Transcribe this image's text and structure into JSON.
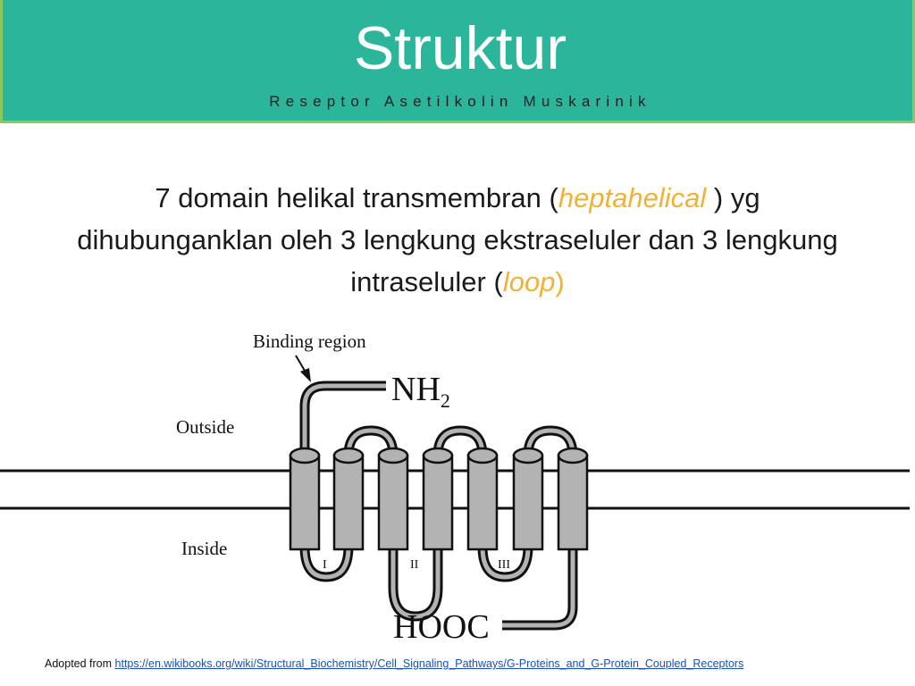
{
  "header": {
    "title": "Struktur",
    "subtitle": "Reseptor Asetilkolin Muskarinik"
  },
  "description": {
    "part1": "7 domain helikal transmembran (",
    "term1": "heptahelical",
    "part2": " ) yg dihubunganklan oleh 3 lengkung ekstraseluler dan 3 lengkung intraseluler (",
    "term2": "loop",
    "part3": ")"
  },
  "diagram": {
    "binding_label": "Binding region",
    "outside_label": "Outside",
    "inside_label": "Inside",
    "nh2_label": "NH",
    "nh2_sub": "2",
    "hooc_label": "HOOC",
    "loop_labels": [
      "I",
      "II",
      "III"
    ]
  },
  "footer": {
    "prefix": "Adopted from ",
    "link": "https://en.wikibooks.org/wiki/Structural_Biochemistry/Cell_Signaling_Pathways/G-Proteins_and_G-Protein_Coupled_Receptors"
  },
  "colors": {
    "header_bg": "#2bb69c",
    "header_border": "#8fc85a",
    "highlight": "#f2b134",
    "helix_fill": "#b3b3b3"
  }
}
